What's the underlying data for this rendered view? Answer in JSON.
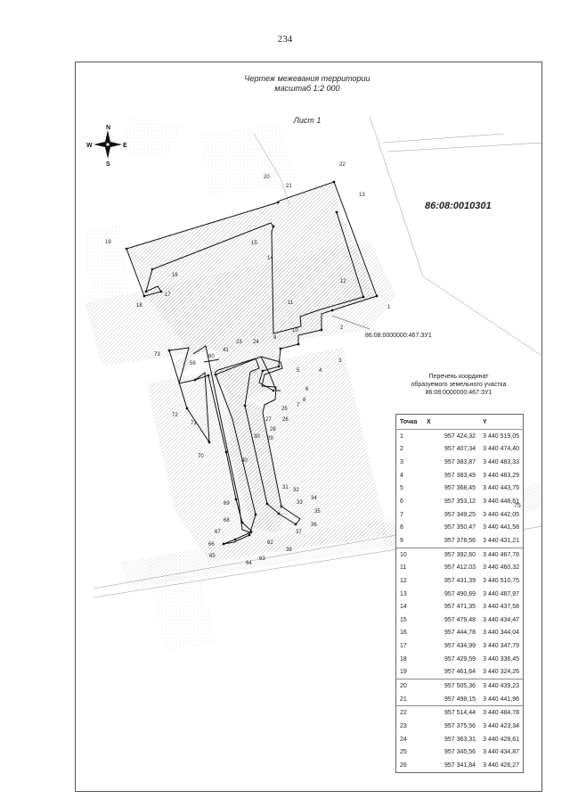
{
  "page_number": "234",
  "drawing": {
    "title_line1": "Чертеж межевания территории",
    "title_line2": "масштаб 1:2 000",
    "sheet_label": "Лист 1",
    "cadastral_quarter": "86:08:0010301",
    "parcel_label": "86:08:0000000:467:ЗУ1"
  },
  "compass": {
    "n": "N",
    "s": "S",
    "e": "E",
    "w": "W"
  },
  "coords_list": {
    "title_line1": "Перечень координат",
    "title_line2": "образуемого земельного участка",
    "title_line3": "86:08:0000000:467:ЗУ1",
    "headers": {
      "point": "Точка",
      "x": "X",
      "y": "Y"
    },
    "rows": [
      {
        "point": "1",
        "x": "957 424,32",
        "y": "3 440 519,05"
      },
      {
        "point": "2",
        "x": "957 407,34",
        "y": "3 440 474,40"
      },
      {
        "point": "3",
        "x": "957 383,87",
        "y": "3 440 483,33"
      },
      {
        "point": "4",
        "x": "957 383,49",
        "y": "3 440 483,29"
      },
      {
        "point": "5",
        "x": "957 368,45",
        "y": "3 440 443,75"
      },
      {
        "point": "6",
        "x": "957 353,12",
        "y": "3 440 448,61"
      },
      {
        "point": "7",
        "x": "957 349,25",
        "y": "3 440 442,05"
      },
      {
        "point": "8",
        "x": "957 350,47",
        "y": "3 440 441,58"
      },
      {
        "point": "9",
        "x": "957 378,56",
        "y": "3 440 431,21"
      },
      {
        "point": "10",
        "x": "957 392,60",
        "y": "3 440 467,78"
      },
      {
        "point": "11",
        "x": "957 412,03",
        "y": "3 440 460,32"
      },
      {
        "point": "12",
        "x": "957 431,39",
        "y": "3 440 510,75"
      },
      {
        "point": "13",
        "x": "957 490,69",
        "y": "3 440 487,97"
      },
      {
        "point": "14",
        "x": "957 471,35",
        "y": "3 440 437,58"
      },
      {
        "point": "15",
        "x": "957 479,48",
        "y": "3 440 434,47"
      },
      {
        "point": "16",
        "x": "957 444,78",
        "y": "3 440 344,04"
      },
      {
        "point": "17",
        "x": "957 434,99",
        "y": "3 440 347,79"
      },
      {
        "point": "18",
        "x": "957 429,59",
        "y": "3 440 336,45"
      },
      {
        "point": "19",
        "x": "957 461,64",
        "y": "3 440 324,26"
      },
      {
        "point": "20",
        "x": "957 505,36",
        "y": "3 440 439,23"
      },
      {
        "point": "21",
        "x": "957 498,15",
        "y": "3 440 441,96"
      },
      {
        "point": "22",
        "x": "957 514,44",
        "y": "3 440 484,78"
      },
      {
        "point": "23",
        "x": "957 375,56",
        "y": "3 440 423,34"
      },
      {
        "point": "24",
        "x": "957 363,31",
        "y": "3 440 428,61"
      },
      {
        "point": "25",
        "x": "957 345,56",
        "y": "3 440 434,87"
      },
      {
        "point": "26",
        "x": "957 341,84",
        "y": "3 440 426,27"
      }
    ],
    "side_number": "75"
  },
  "point_labels": [
    "1",
    "2",
    "3",
    "4",
    "5",
    "6",
    "7",
    "8",
    "9",
    "10",
    "11",
    "12",
    "13",
    "14",
    "15",
    "16",
    "17",
    "18",
    "19",
    "20",
    "21",
    "22",
    "23",
    "24",
    "25",
    "26",
    "27",
    "28",
    "29",
    "30",
    "31",
    "32",
    "33",
    "34",
    "35",
    "36",
    "37",
    "38",
    "40",
    "41",
    "59",
    "60",
    "62",
    "63",
    "64",
    "65",
    "66",
    "67",
    "68",
    "69",
    "70",
    "71",
    "72",
    "73"
  ],
  "colors": {
    "hatch": "#9a9a9a",
    "boundary": "#111111",
    "frame": "#555555"
  }
}
